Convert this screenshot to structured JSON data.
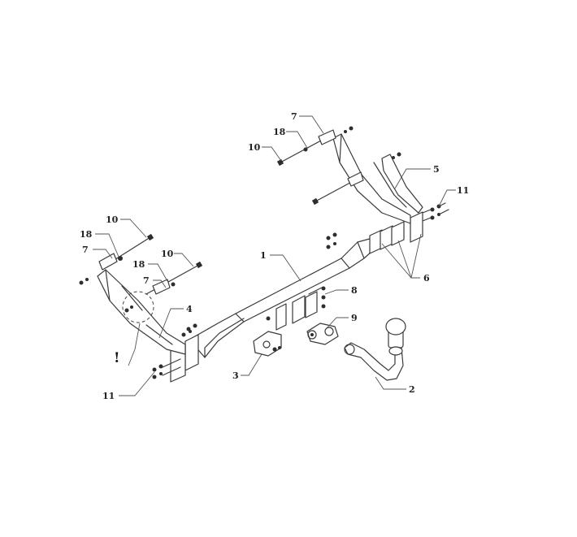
{
  "diagram": {
    "callouts": [
      {
        "key": "c1",
        "text": "1"
      },
      {
        "key": "c2",
        "text": "2"
      },
      {
        "key": "c3",
        "text": "3"
      },
      {
        "key": "c4",
        "text": "4"
      },
      {
        "key": "c5",
        "text": "5"
      },
      {
        "key": "c6",
        "text": "6"
      },
      {
        "key": "c7a",
        "text": "7"
      },
      {
        "key": "c7b",
        "text": "7"
      },
      {
        "key": "c7c",
        "text": "7"
      },
      {
        "key": "c8",
        "text": "8"
      },
      {
        "key": "c9",
        "text": "9"
      },
      {
        "key": "c10a",
        "text": "10"
      },
      {
        "key": "c10b",
        "text": "10"
      },
      {
        "key": "c10c",
        "text": "10"
      },
      {
        "key": "c11a",
        "text": "11"
      },
      {
        "key": "c11b",
        "text": "11"
      },
      {
        "key": "c18a",
        "text": "18"
      },
      {
        "key": "c18b",
        "text": "18"
      },
      {
        "key": "c18c",
        "text": "18"
      }
    ],
    "warning_mark": "!"
  },
  "colors": {
    "line": "#3a3a3a",
    "background": "#ffffff"
  }
}
